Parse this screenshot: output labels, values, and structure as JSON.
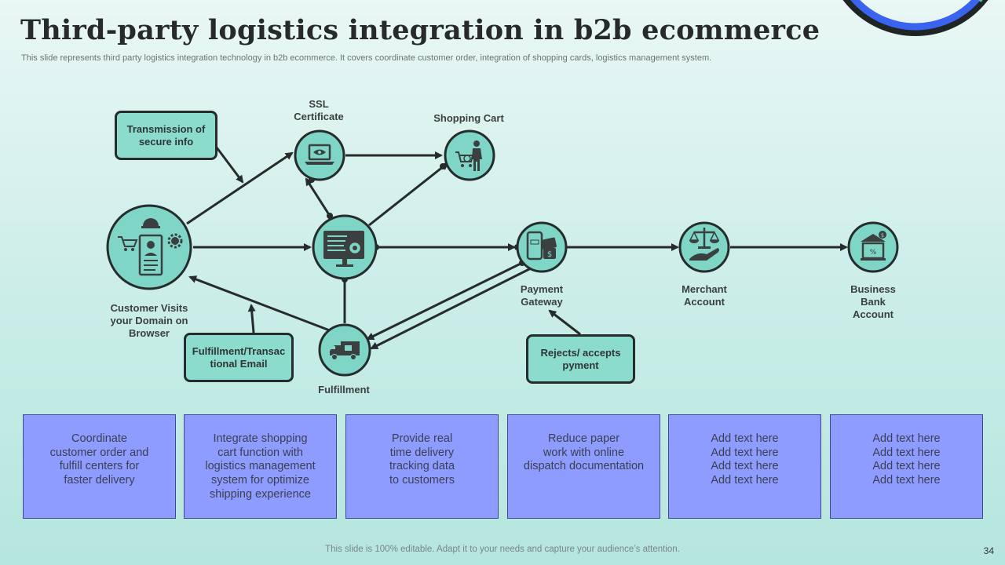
{
  "header": {
    "title": "Third-party logistics integration in b2b ecommerce",
    "subtitle": "This slide represents third party logistics integration technology in b2b ecommerce. It covers coordinate customer order, integration of shopping cards, logistics management system."
  },
  "diagram": {
    "nodes": {
      "customer": {
        "label": [
          "Customer Visits",
          "your Domain on",
          "Browser"
        ],
        "icon": "customer-browser-icon"
      },
      "ssl": {
        "label": [
          "SSL",
          "Certificate"
        ],
        "icon": "laptop-eye-icon"
      },
      "cart": {
        "label": [
          "Shopping Cart"
        ],
        "icon": "shopping-cart-person-icon"
      },
      "system": {
        "label": [],
        "icon": "monitor-analytics-icon"
      },
      "payment": {
        "label": [
          "Payment",
          "Gateway"
        ],
        "icon": "mobile-payment-icon"
      },
      "merchant": {
        "label": [
          "Merchant",
          "Account"
        ],
        "icon": "scale-hand-icon"
      },
      "bank": {
        "label": [
          "Business",
          "Bank",
          "Account"
        ],
        "icon": "bank-icon"
      },
      "fulfillment": {
        "label": [
          "Fulfillment"
        ],
        "icon": "delivery-truck-icon"
      }
    },
    "callouts": {
      "transmission": [
        "Transmission  of",
        "secure info"
      ],
      "email": [
        "Fulfillment/Transac",
        "tional Email"
      ],
      "rejects": [
        "Rejects/ accepts",
        "pyment"
      ]
    }
  },
  "cards": [
    {
      "lines": [
        "Coordinate",
        "customer order and",
        "fulfill centers for",
        "faster delivery"
      ]
    },
    {
      "lines": [
        "Integrate shopping",
        "cart function with",
        "logistics management",
        "system for optimize",
        "shipping experience"
      ]
    },
    {
      "lines": [
        "Provide real",
        "time delivery",
        "tracking data",
        "to customers"
      ]
    },
    {
      "lines": [
        "Reduce paper",
        "work with online",
        "dispatch documentation"
      ]
    },
    {
      "lines": [
        "Add text here",
        "Add text here",
        "Add text here",
        "Add text here"
      ]
    },
    {
      "lines": [
        "Add text here",
        "Add text here",
        "Add text here",
        "Add text here"
      ]
    }
  ],
  "footer": {
    "note": "This slide is 100% editable. Adapt it to your needs and capture your audience’s attention.",
    "page_number": "34"
  },
  "colors": {
    "node_fill": "#7fd6c6",
    "outline": "#262b2b",
    "card_fill": "#8e9cff",
    "ring_blue": "#3a63f0",
    "ring_teal": "#3cc3b0"
  }
}
